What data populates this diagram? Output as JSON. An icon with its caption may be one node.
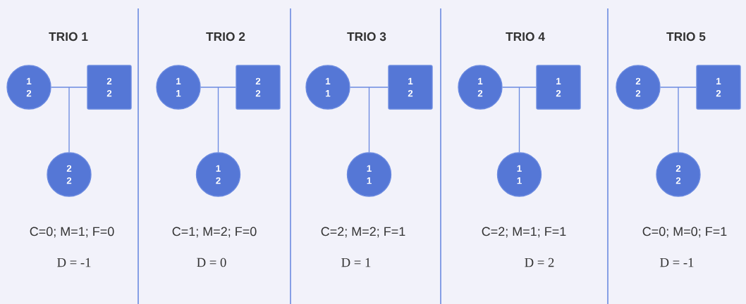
{
  "diagram": {
    "nodes": [
      {
        "text": [
          "1",
          "2"
        ]
      },
      {
        "text": [
          "2",
          "2"
        ]
      },
      {
        "text": [
          "2",
          "2"
        ]
      },
      {
        "text": [
          "1",
          "1"
        ]
      },
      {
        "text": [
          "2",
          "2"
        ]
      },
      {
        "text": [
          "1",
          "2"
        ]
      },
      {
        "text": [
          "1",
          "1"
        ]
      },
      {
        "text": [
          "1",
          "2"
        ]
      },
      {
        "text": [
          "1",
          "1"
        ]
      },
      {
        "text": [
          "1",
          "2"
        ]
      },
      {
        "text": [
          "1",
          "2"
        ]
      },
      {
        "text": [
          "1",
          "1"
        ]
      },
      {
        "text": [
          "2",
          "2"
        ]
      },
      {
        "text": [
          "1",
          "2"
        ]
      },
      {
        "text": [
          "2",
          "2"
        ]
      }
    ],
    "edges": [
      {
        "from": 0,
        "to": 1,
        "arrow": "none"
      },
      {
        "from": 0,
        "to": 2,
        "arrow": "none"
      },
      {
        "from": 1,
        "to": 2,
        "arrow": "none"
      },
      {
        "from": 3,
        "to": 4,
        "arrow": "none"
      },
      {
        "from": 3,
        "to": 5,
        "arrow": "none"
      },
      {
        "from": 4,
        "to": 5,
        "arrow": "none"
      },
      {
        "from": 6,
        "to": 7,
        "arrow": "none"
      },
      {
        "from": 6,
        "to": 8,
        "arrow": "none"
      },
      {
        "from": 7,
        "to": 8,
        "arrow": "none"
      },
      {
        "from": 9,
        "to": 10,
        "arrow": "none"
      },
      {
        "from": 9,
        "to": 11,
        "arrow": "none"
      },
      {
        "from": 10,
        "to": 11,
        "arrow": "none"
      },
      {
        "from": 12,
        "to": 13,
        "arrow": "none"
      },
      {
        "from": 12,
        "to": 14,
        "arrow": "none"
      },
      {
        "from": 13,
        "to": 14,
        "arrow": "none"
      }
    ],
    "labels": [
      "TRIO 1",
      "TRIO 2",
      "TRIO 3",
      "TRIO 4",
      "TRIO 5",
      "C=0; M=1; F=0",
      "C=1; M=2; F=0",
      "C=2; M=2; F=1",
      "C=2; M=1; F=1",
      "C=0; M=0; F=1",
      "D = -1",
      "D = 0",
      "D = 1",
      "D = 2",
      "D = -1"
    ]
  }
}
